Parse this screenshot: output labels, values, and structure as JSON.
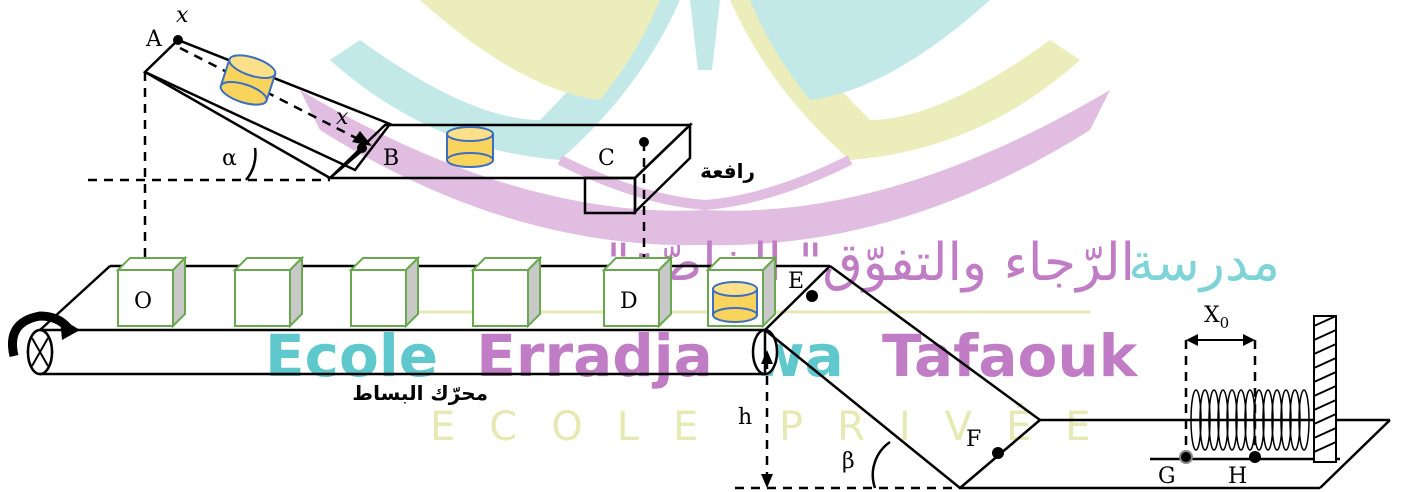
{
  "watermark": {
    "arabic_teal": "مدرسة",
    "arabic_purple": "\"الرّجاء والتفوّق\" الخاصّة",
    "english_word1": "Ecole",
    "english_word2": "Erradja",
    "english_word3": "wa",
    "english_word4": "Tafaouk",
    "subtitle": "ECOLE PRIVÉE",
    "colors": {
      "teal": "#5fc8cc",
      "purple": "#b066b8",
      "yellow": "#e7e89a"
    }
  },
  "points": {
    "A": "A",
    "B": "B",
    "C": "C",
    "D": "D",
    "E": "E",
    "F": "F",
    "G": "G",
    "H": "H",
    "O": "O"
  },
  "axis_labels": {
    "x_top": "x",
    "x_mid": "x"
  },
  "angles": {
    "alpha": "α",
    "beta": "β"
  },
  "height_label": "h",
  "spring_label_base": "X",
  "spring_label_sub": "0",
  "arabic_labels": {
    "lever": "رافعة",
    "conveyor_motor": "محرّك البساط"
  },
  "object_colors": {
    "cylinder": "#f9d45c",
    "cylinder_outline": "#3a6fc1",
    "box_edge": "#6aa84f"
  }
}
